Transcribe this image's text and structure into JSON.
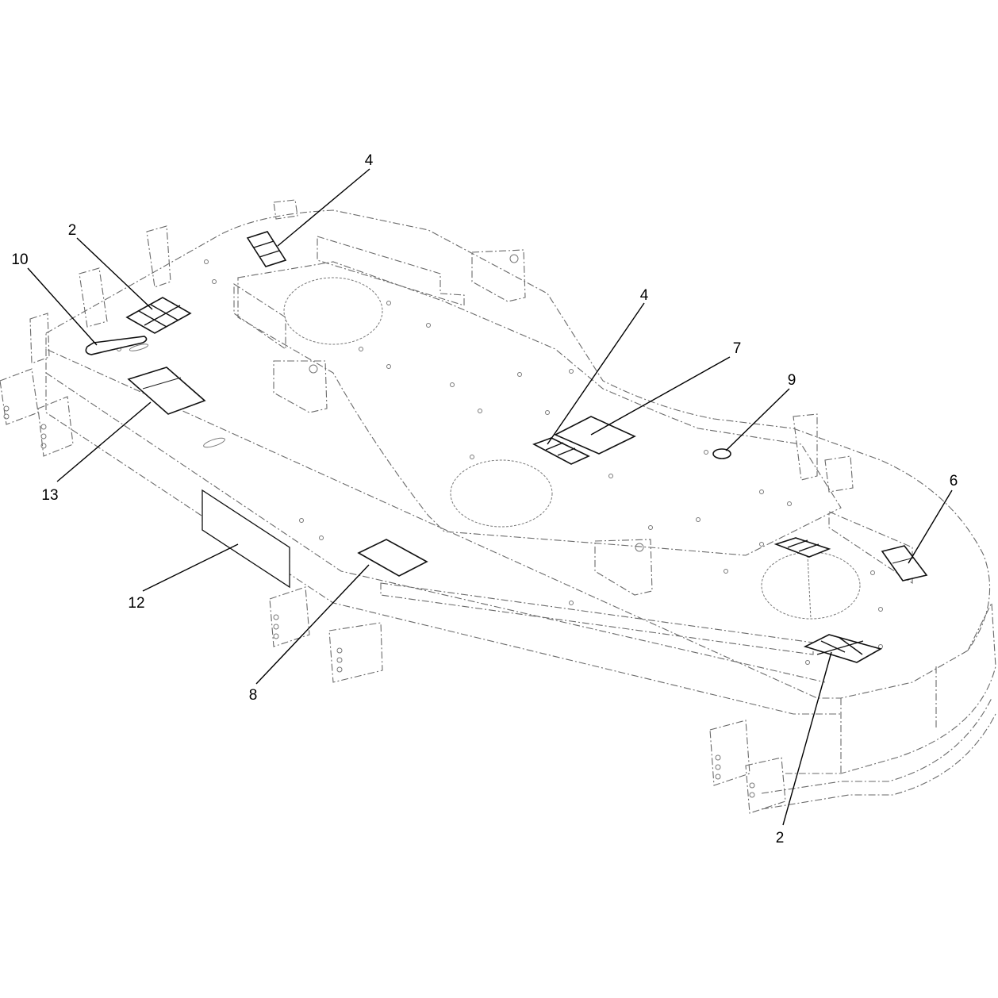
{
  "callouts": [
    {
      "id": "c4a",
      "label": "4"
    },
    {
      "id": "c2a",
      "label": "2"
    },
    {
      "id": "c10",
      "label": "10"
    },
    {
      "id": "c4b",
      "label": "4"
    },
    {
      "id": "c7",
      "label": "7"
    },
    {
      "id": "c9",
      "label": "9"
    },
    {
      "id": "c13",
      "label": "13"
    },
    {
      "id": "c6",
      "label": "6"
    },
    {
      "id": "c12",
      "label": "12"
    },
    {
      "id": "c8",
      "label": "8"
    },
    {
      "id": "c2b",
      "label": "2"
    }
  ]
}
